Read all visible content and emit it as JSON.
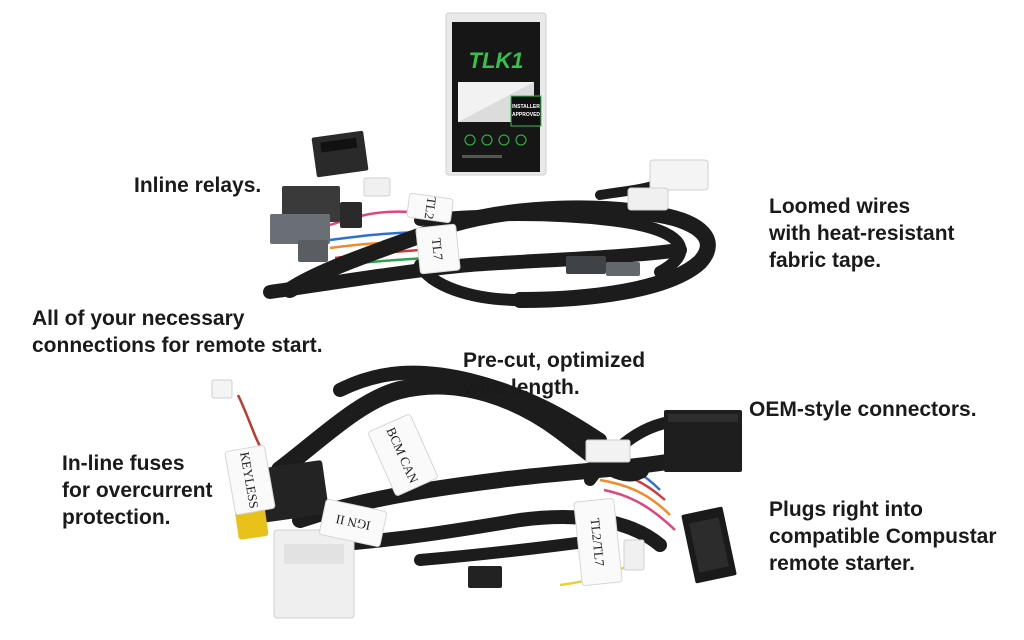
{
  "package": {
    "brand": "TLK1",
    "badge_lines": [
      "INSTALLER",
      "APPROVED"
    ]
  },
  "callouts": {
    "inline_relays": [
      "Inline relays."
    ],
    "loomed_wires": [
      "Loomed wires",
      "with heat-resistant",
      "fabric tape."
    ],
    "necessary_connections": [
      "All of your necessary",
      "connections for remote start."
    ],
    "pre_cut": [
      "Pre-cut, optimized",
      "wire length."
    ],
    "oem_connectors": [
      "OEM-style connectors."
    ],
    "inline_fuses": [
      "In-line fuses",
      "for overcurrent",
      "protection."
    ],
    "plugs_right_in": [
      "Plugs right into",
      "compatible Compustar",
      "remote starter."
    ]
  },
  "harness_labels": {
    "top_tl7": "TL7",
    "top_tl2": "TL2",
    "bottom_bcm_can": "BCM CAN",
    "bottom_keyless": "KEYLESS",
    "bottom_ign": "IGN II",
    "bottom_tl2_tl7": "TL2/TL7"
  },
  "colors": {
    "text": "#1a1a1a",
    "loom": "#1c1c1c",
    "brand_green": "#35c24a",
    "package_black": "#161616"
  }
}
